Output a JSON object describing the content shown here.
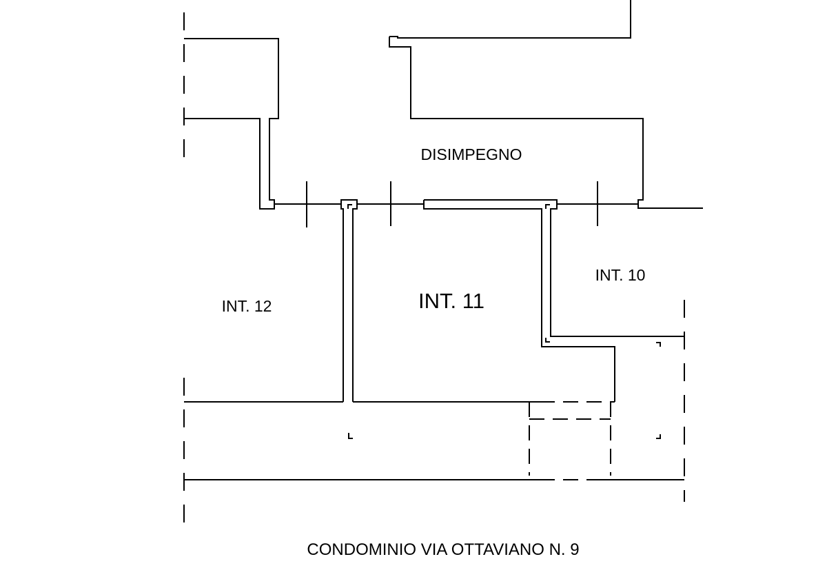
{
  "plan": {
    "rooms": {
      "disimpegno": "DISIMPEGNO",
      "int12": "INT. 12",
      "int11": "INT. 11",
      "int10": "INT. 10"
    },
    "caption": "CONDOMINIO VIA OTTAVIANO N. 9"
  },
  "colors": {
    "line": "#000000",
    "background": "#ffffff"
  }
}
